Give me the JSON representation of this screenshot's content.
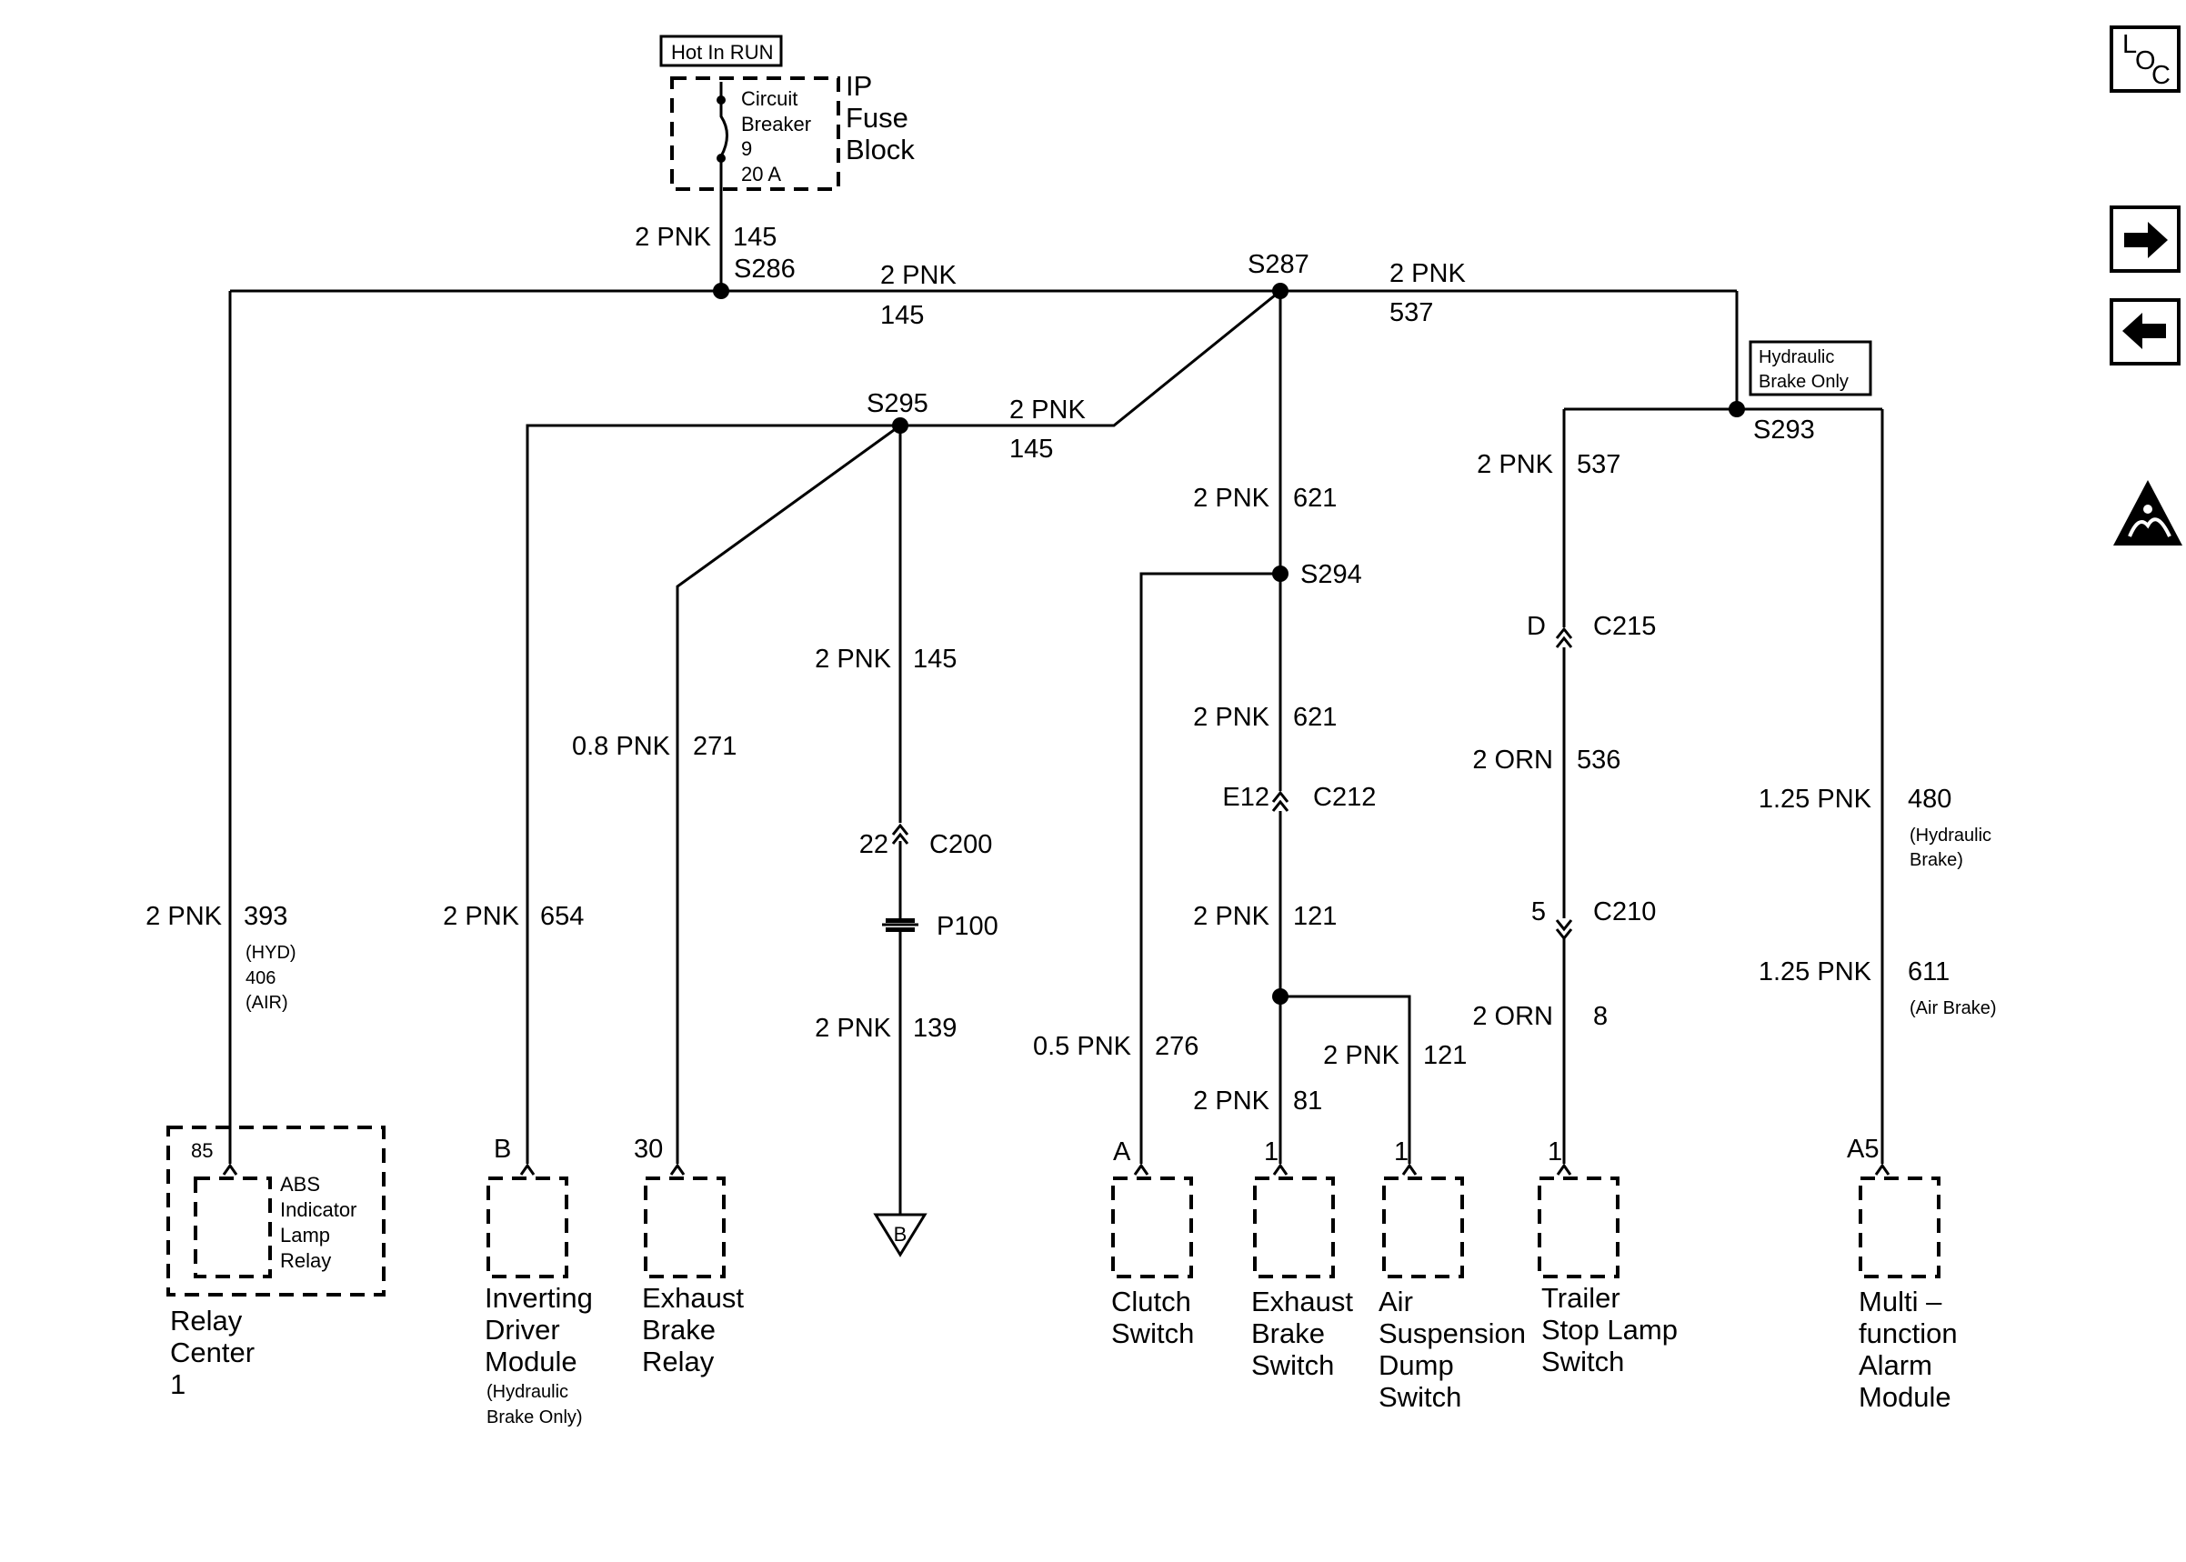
{
  "fuse_block": {
    "hot_label": "Hot In RUN",
    "breaker_lines": [
      "Circuit",
      "Breaker",
      "9",
      "20 A"
    ],
    "name_lines": [
      "IP",
      "Fuse",
      "Block"
    ]
  },
  "splices": {
    "s286": "S286",
    "s287": "S287",
    "s295": "S295",
    "s293": "S293",
    "s294": "S294"
  },
  "hydraulic_tag": [
    "Hydraulic",
    "Brake Only"
  ],
  "wires": {
    "w_fuse": {
      "gauge": "2 PNK",
      "circuit": "145"
    },
    "w_top_mid": {
      "gauge": "2 PNK",
      "circuit": "145"
    },
    "w_top_right": {
      "gauge": "2 PNK",
      "circuit": "537"
    },
    "w_s295": {
      "gauge": "2 PNK",
      "circuit": "145"
    },
    "w_621_a": {
      "gauge": "2 PNK",
      "circuit": "621"
    },
    "w_621_b": {
      "gauge": "2 PNK",
      "circuit": "621"
    },
    "w_121": {
      "gauge": "2 PNK",
      "circuit": "121"
    },
    "w_81": {
      "gauge": "2 PNK",
      "circuit": "81"
    },
    "w_121_b": {
      "gauge": "2 PNK",
      "circuit": "121"
    },
    "w_276": {
      "gauge": "0.5 PNK",
      "circuit": "276"
    },
    "w_537": {
      "gauge": "2 PNK",
      "circuit": "537"
    },
    "w_536": {
      "gauge": "2 ORN",
      "circuit": "536"
    },
    "w_8": {
      "gauge": "2 ORN",
      "circuit": "8"
    },
    "w_480": {
      "gauge": "1.25 PNK",
      "circuit": "480",
      "note": [
        "(Hydraulic",
        "Brake)"
      ]
    },
    "w_611": {
      "gauge": "1.25 PNK",
      "circuit": "611",
      "note": [
        "(Air Brake)"
      ]
    },
    "w_393": {
      "gauge": "2 PNK",
      "circuit": "393",
      "note": [
        "(HYD)",
        "406",
        "(AIR)"
      ]
    },
    "w_654": {
      "gauge": "2 PNK",
      "circuit": "654"
    },
    "w_271": {
      "gauge": "0.8 PNK",
      "circuit": "271"
    },
    "w_145_v": {
      "gauge": "2 PNK",
      "circuit": "145"
    },
    "w_139": {
      "gauge": "2 PNK",
      "circuit": "139"
    }
  },
  "connectors": {
    "c200": {
      "pin": "22",
      "name": "C200"
    },
    "p100": {
      "name": "P100"
    },
    "c212": {
      "pin": "E12",
      "name": "C212"
    },
    "c215": {
      "pin": "D",
      "name": "C215"
    },
    "c210": {
      "pin": "5",
      "name": "C210"
    }
  },
  "ground": {
    "label": "B"
  },
  "components": {
    "relay_center": {
      "pin": "85",
      "inner": [
        "ABS",
        "Indicator",
        "Lamp",
        "Relay"
      ],
      "name": [
        "Relay",
        "Center",
        "1"
      ]
    },
    "inverting_driver": {
      "pin": "B",
      "name": [
        "Inverting",
        "Driver",
        "Module"
      ],
      "note": [
        "(Hydraulic",
        "Brake Only)"
      ]
    },
    "exhaust_brake_relay": {
      "pin": "30",
      "name": [
        "Exhaust",
        "Brake",
        "Relay"
      ]
    },
    "clutch_switch": {
      "pin": "A",
      "name": [
        "Clutch",
        "Switch"
      ]
    },
    "exhaust_brake_switch": {
      "pin": "1",
      "name": [
        "Exhaust",
        "Brake",
        "Switch"
      ]
    },
    "air_suspension": {
      "pin": "1",
      "name": [
        "Air",
        "Suspension",
        "Dump",
        "Switch"
      ]
    },
    "trailer_stop": {
      "pin": "1",
      "name": [
        "Trailer",
        "Stop Lamp",
        "Switch"
      ]
    },
    "multifunction": {
      "pin": "A5",
      "name": [
        "Multi –",
        "function",
        "Alarm",
        "Module"
      ]
    }
  },
  "nav": {
    "loc_l": "L",
    "loc_o": "O",
    "loc_c": "C"
  }
}
